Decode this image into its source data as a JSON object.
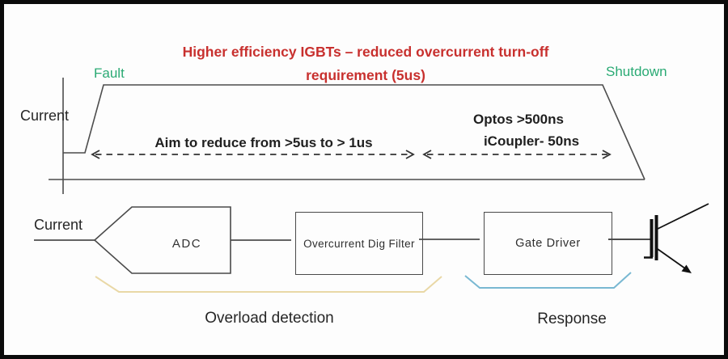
{
  "colors": {
    "title_red": "#c8302e",
    "label_green": "#2aaa74",
    "line_gray": "#4d4d4d",
    "arrow_dark": "#333333",
    "igbt_black": "#111111",
    "background": "#fdfdfd",
    "border": "#0b0b0b"
  },
  "header": {
    "title_line1": "Higher efficiency IGBTs – reduced overcurrent turn-off",
    "title_line2": "requirement (5us)"
  },
  "waveform": {
    "fault_label": "Fault",
    "shutdown_label": "Shutdown",
    "axis_label": "Current",
    "reduce_arrow_label": "Aim to reduce from >5us to > 1us",
    "response_time_line1": "Optos >500ns",
    "response_time_line2": "iCoupler- 50ns"
  },
  "block_diagram": {
    "input_label": "Current",
    "blocks": [
      {
        "label": "ADC"
      },
      {
        "label": "Overcurrent Dig Filter"
      },
      {
        "label": "Gate Driver"
      }
    ],
    "output_icon": "igbt-transistor-icon",
    "groups": [
      {
        "label": "Overload detection",
        "brace_color": "#e9d8a6"
      },
      {
        "label": "Response",
        "brace_color": "#79b8d2"
      }
    ]
  }
}
